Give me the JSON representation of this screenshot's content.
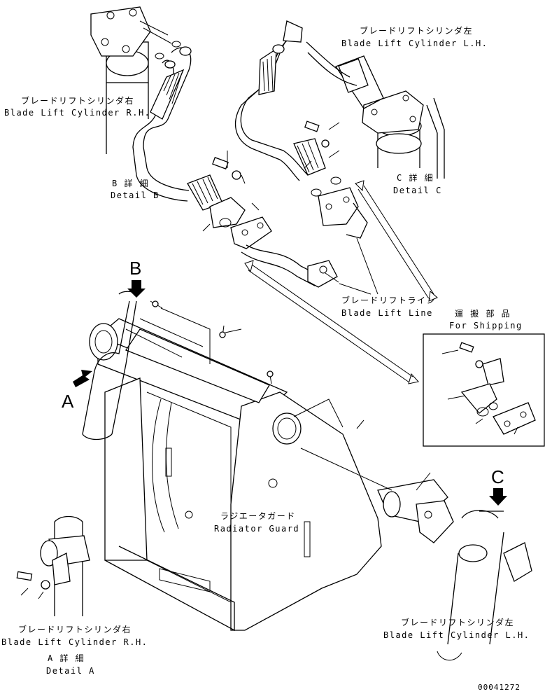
{
  "labels": {
    "rh_top_jp": "ブレードリフトシリンダ右",
    "rh_top_en": "Blade Lift Cylinder R.H.",
    "lh_top_jp": "ブレードリフトシリンダ左",
    "lh_top_en": "Blade Lift Cylinder L.H.",
    "detail_b_jp": "B 詳 細",
    "detail_b_en": "Detail B",
    "detail_c_jp": "C 詳 細",
    "detail_c_en": "Detail C",
    "line_jp": "ブレードリフトライン",
    "line_en": "Blade Lift Line",
    "shipping_jp": "運 搬 部 品",
    "shipping_en": "For Shipping",
    "guard_jp": "ラジエータガード",
    "guard_en": "Radiator Guard",
    "rh_bottom_jp": "ブレードリフトシリンダ右",
    "rh_bottom_en": "Blade Lift Cylinder R.H.",
    "detail_a_jp": "A 詳 細",
    "detail_a_en": "Detail A",
    "lh_bottom_jp": "ブレードリフトシリンダ左",
    "lh_bottom_en": "Blade Lift Cylinder L.H.",
    "arrow_a": "A",
    "arrow_b": "B",
    "arrow_c": "C",
    "drawing_no": "00041272"
  }
}
